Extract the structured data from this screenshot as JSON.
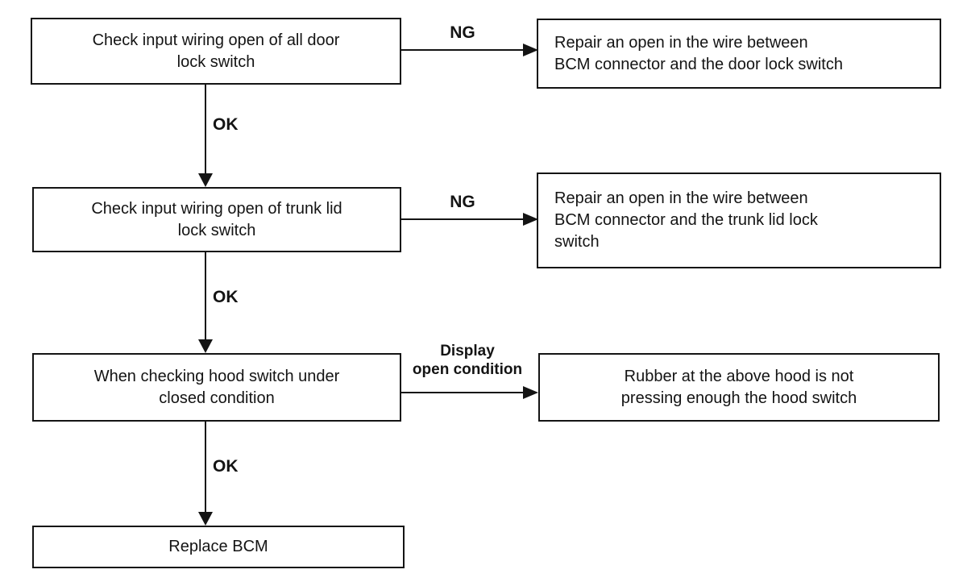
{
  "flowchart": {
    "boxes": {
      "step_door": [
        "Check input wiring open of all door",
        "lock switch"
      ],
      "result_door": [
        "Repair an open in the wire between",
        "BCM connector and the door lock switch"
      ],
      "step_trunk": [
        "Check input wiring open of trunk lid",
        "lock switch"
      ],
      "result_trunk": [
        "Repair an open in the wire between",
        "BCM connector and the trunk lid lock",
        "switch"
      ],
      "step_hood": [
        "When checking hood switch under",
        "closed condition"
      ],
      "result_hood": [
        "Rubber at the above hood is not",
        "pressing enough the hood switch"
      ],
      "step_replace": [
        "Replace BCM"
      ]
    },
    "edge_labels": {
      "ng_door": "NG",
      "ng_trunk": "NG",
      "ok_door": "OK",
      "ok_trunk": "OK",
      "ok_hood": "OK",
      "display_condition": [
        "Display",
        "open condition"
      ]
    },
    "colors": {
      "ink": "#141414",
      "background": "#ffffff"
    }
  }
}
